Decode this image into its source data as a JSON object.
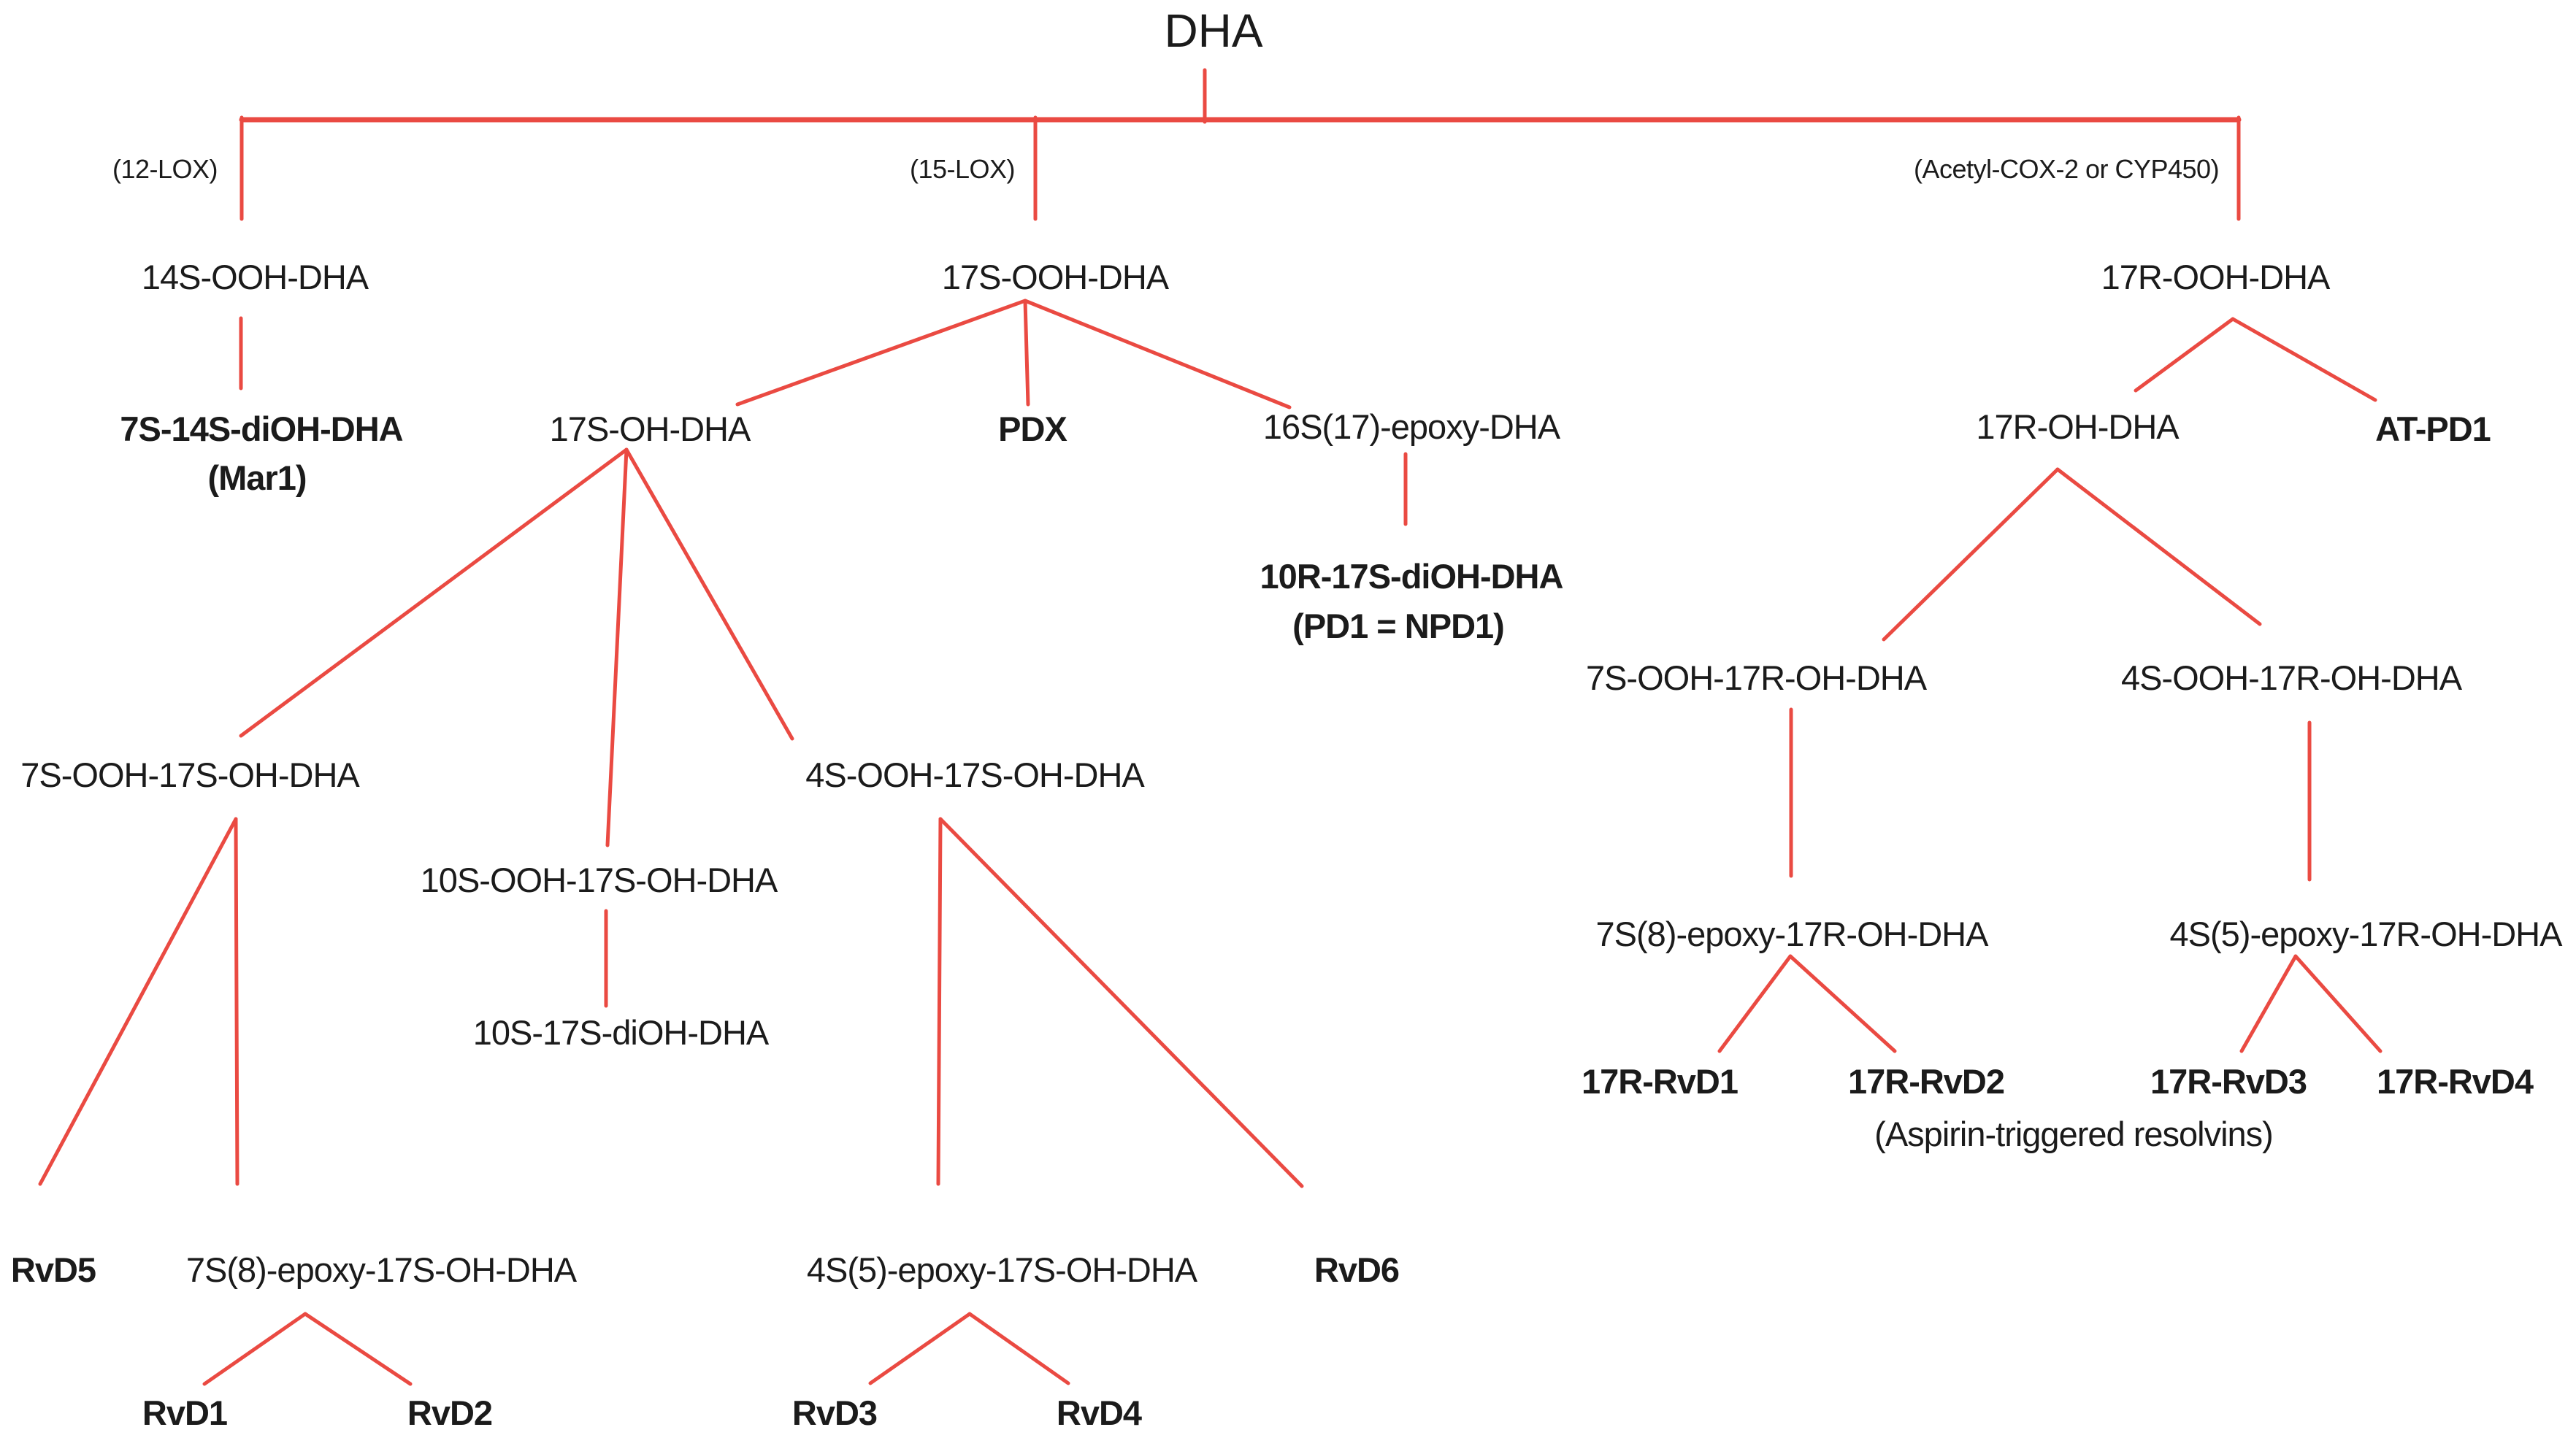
{
  "title": "DHA",
  "colors": {
    "line": "#ea4a42",
    "text": "#1b1b1b",
    "background": "#ffffff"
  },
  "nodes": [
    {
      "id": "dha",
      "label": "DHA",
      "kind": "title",
      "bold": false
    },
    {
      "id": "enzyme-12lox",
      "label": "(12-LOX)",
      "kind": "enzyme",
      "bold": false
    },
    {
      "id": "enzyme-15lox",
      "label": "(15-LOX)",
      "kind": "enzyme",
      "bold": false
    },
    {
      "id": "enzyme-acetylcox2-cyp450",
      "label": "(Acetyl-COX-2 or CYP450)",
      "kind": "enzyme",
      "bold": false
    },
    {
      "id": "14s-ooh-dha",
      "label": "14S-OOH-DHA",
      "kind": "compound",
      "bold": false
    },
    {
      "id": "17s-ooh-dha",
      "label": "17S-OOH-DHA",
      "kind": "compound",
      "bold": false
    },
    {
      "id": "17r-ooh-dha",
      "label": "17R-OOH-DHA",
      "kind": "compound",
      "bold": false
    },
    {
      "id": "7s-14s-dioh-dha",
      "label": "7S-14S-diOH-DHA",
      "kind": "mediator",
      "bold": true
    },
    {
      "id": "mar1",
      "label": "(Mar1)",
      "kind": "mediator",
      "bold": true
    },
    {
      "id": "17s-oh-dha",
      "label": "17S-OH-DHA",
      "kind": "compound",
      "bold": false
    },
    {
      "id": "pdx",
      "label": "PDX",
      "kind": "mediator",
      "bold": true
    },
    {
      "id": "16s17-epoxy-dha",
      "label": "16S(17)-epoxy-DHA",
      "kind": "compound",
      "bold": false
    },
    {
      "id": "10r-17s-dioh-dha",
      "label": "10R-17S-diOH-DHA",
      "kind": "mediator",
      "bold": true
    },
    {
      "id": "pd1-npd1",
      "label": "(PD1 = NPD1)",
      "kind": "mediator",
      "bold": true
    },
    {
      "id": "17r-oh-dha",
      "label": "17R-OH-DHA",
      "kind": "compound",
      "bold": false
    },
    {
      "id": "at-pd1",
      "label": "AT-PD1",
      "kind": "mediator",
      "bold": true
    },
    {
      "id": "7s-ooh-17r-oh-dha",
      "label": "7S-OOH-17R-OH-DHA",
      "kind": "compound",
      "bold": false
    },
    {
      "id": "4s-ooh-17r-oh-dha",
      "label": "4S-OOH-17R-OH-DHA",
      "kind": "compound",
      "bold": false
    },
    {
      "id": "7s8-epoxy-17r-oh-dha",
      "label": "7S(8)-epoxy-17R-OH-DHA",
      "kind": "compound",
      "bold": false
    },
    {
      "id": "4s5-epoxy-17r-oh-dha",
      "label": "4S(5)-epoxy-17R-OH-DHA",
      "kind": "compound",
      "bold": false
    },
    {
      "id": "17r-rvd1",
      "label": "17R-RvD1",
      "kind": "mediator",
      "bold": true
    },
    {
      "id": "17r-rvd2",
      "label": "17R-RvD2",
      "kind": "mediator",
      "bold": true
    },
    {
      "id": "17r-rvd3",
      "label": "17R-RvD3",
      "kind": "mediator",
      "bold": true
    },
    {
      "id": "17r-rvd4",
      "label": "17R-RvD4",
      "kind": "mediator",
      "bold": true
    },
    {
      "id": "aspirin-note",
      "label": "(Aspirin-triggered resolvins)",
      "kind": "annotation",
      "bold": false
    },
    {
      "id": "7s-ooh-17s-oh-dha",
      "label": "7S-OOH-17S-OH-DHA",
      "kind": "compound",
      "bold": false
    },
    {
      "id": "10s-ooh-17s-oh-dha",
      "label": "10S-OOH-17S-OH-DHA",
      "kind": "compound",
      "bold": false
    },
    {
      "id": "4s-ooh-17s-oh-dha",
      "label": "4S-OOH-17S-OH-DHA",
      "kind": "compound",
      "bold": false
    },
    {
      "id": "10s-17s-dioh-dha",
      "label": "10S-17S-diOH-DHA",
      "kind": "compound",
      "bold": false
    },
    {
      "id": "rvd5",
      "label": "RvD5",
      "kind": "mediator",
      "bold": true
    },
    {
      "id": "7s8-epoxy-17s-oh-dha",
      "label": "7S(8)-epoxy-17S-OH-DHA",
      "kind": "compound",
      "bold": false
    },
    {
      "id": "4s5-epoxy-17s-oh-dha",
      "label": "4S(5)-epoxy-17S-OH-DHA",
      "kind": "compound",
      "bold": false
    },
    {
      "id": "rvd6",
      "label": "RvD6",
      "kind": "mediator",
      "bold": true
    },
    {
      "id": "rvd1",
      "label": "RvD1",
      "kind": "mediator",
      "bold": true
    },
    {
      "id": "rvd2",
      "label": "RvD2",
      "kind": "mediator",
      "bold": true
    },
    {
      "id": "rvd3",
      "label": "RvD3",
      "kind": "mediator",
      "bold": true
    },
    {
      "id": "rvd4",
      "label": "RvD4",
      "kind": "mediator",
      "bold": true
    }
  ],
  "edges": [
    {
      "from": "dha",
      "to": "14s-ooh-dha",
      "enzyme": "(12-LOX)"
    },
    {
      "from": "dha",
      "to": "17s-ooh-dha",
      "enzyme": "(15-LOX)"
    },
    {
      "from": "dha",
      "to": "17r-ooh-dha",
      "enzyme": "(Acetyl-COX-2 or CYP450)"
    },
    {
      "from": "14s-ooh-dha",
      "to": "7s-14s-dioh-dha"
    },
    {
      "from": "17s-ooh-dha",
      "to": "17s-oh-dha"
    },
    {
      "from": "17s-ooh-dha",
      "to": "pdx"
    },
    {
      "from": "17s-ooh-dha",
      "to": "16s17-epoxy-dha"
    },
    {
      "from": "16s17-epoxy-dha",
      "to": "10r-17s-dioh-dha"
    },
    {
      "from": "17s-oh-dha",
      "to": "7s-ooh-17s-oh-dha"
    },
    {
      "from": "17s-oh-dha",
      "to": "10s-ooh-17s-oh-dha"
    },
    {
      "from": "17s-oh-dha",
      "to": "4s-ooh-17s-oh-dha"
    },
    {
      "from": "10s-ooh-17s-oh-dha",
      "to": "10s-17s-dioh-dha"
    },
    {
      "from": "7s-ooh-17s-oh-dha",
      "to": "rvd5"
    },
    {
      "from": "7s-ooh-17s-oh-dha",
      "to": "7s8-epoxy-17s-oh-dha"
    },
    {
      "from": "7s8-epoxy-17s-oh-dha",
      "to": "rvd1"
    },
    {
      "from": "7s8-epoxy-17s-oh-dha",
      "to": "rvd2"
    },
    {
      "from": "4s-ooh-17s-oh-dha",
      "to": "4s5-epoxy-17s-oh-dha"
    },
    {
      "from": "4s-ooh-17s-oh-dha",
      "to": "rvd6"
    },
    {
      "from": "4s5-epoxy-17s-oh-dha",
      "to": "rvd3"
    },
    {
      "from": "4s5-epoxy-17s-oh-dha",
      "to": "rvd4"
    },
    {
      "from": "17r-ooh-dha",
      "to": "17r-oh-dha"
    },
    {
      "from": "17r-ooh-dha",
      "to": "at-pd1"
    },
    {
      "from": "17r-oh-dha",
      "to": "7s-ooh-17r-oh-dha"
    },
    {
      "from": "17r-oh-dha",
      "to": "4s-ooh-17r-oh-dha"
    },
    {
      "from": "7s-ooh-17r-oh-dha",
      "to": "7s8-epoxy-17r-oh-dha"
    },
    {
      "from": "4s-ooh-17r-oh-dha",
      "to": "4s5-epoxy-17r-oh-dha"
    },
    {
      "from": "7s8-epoxy-17r-oh-dha",
      "to": "17r-rvd1"
    },
    {
      "from": "7s8-epoxy-17r-oh-dha",
      "to": "17r-rvd2"
    },
    {
      "from": "4s5-epoxy-17r-oh-dha",
      "to": "17r-rvd3"
    },
    {
      "from": "4s5-epoxy-17r-oh-dha",
      "to": "17r-rvd4"
    }
  ]
}
